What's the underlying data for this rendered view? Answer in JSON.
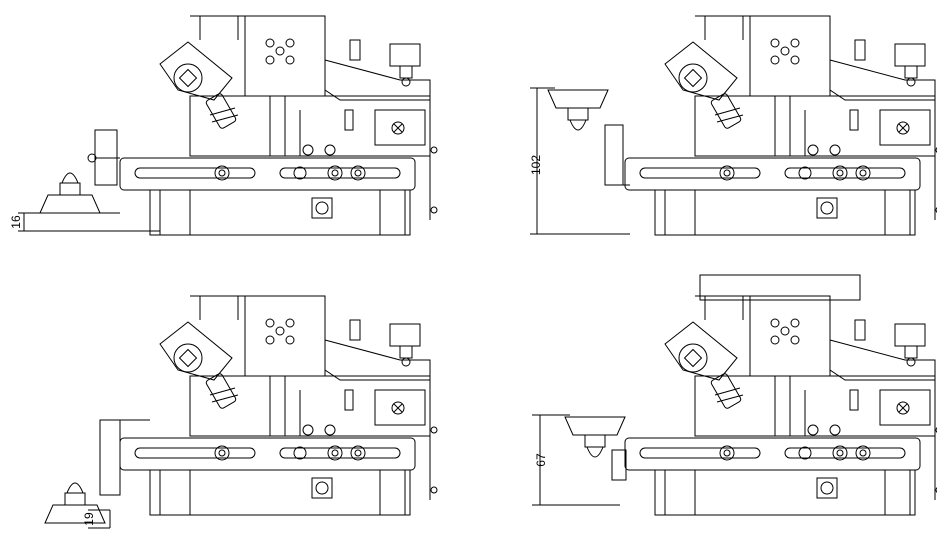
{
  "views": [
    {
      "id": "view-1",
      "dimension": "16"
    },
    {
      "id": "view-2",
      "dimension": "102"
    },
    {
      "id": "view-3",
      "dimension": "19"
    },
    {
      "id": "view-4",
      "dimension": "67"
    }
  ],
  "colors": {
    "line": "#000000",
    "background": "#ffffff"
  }
}
